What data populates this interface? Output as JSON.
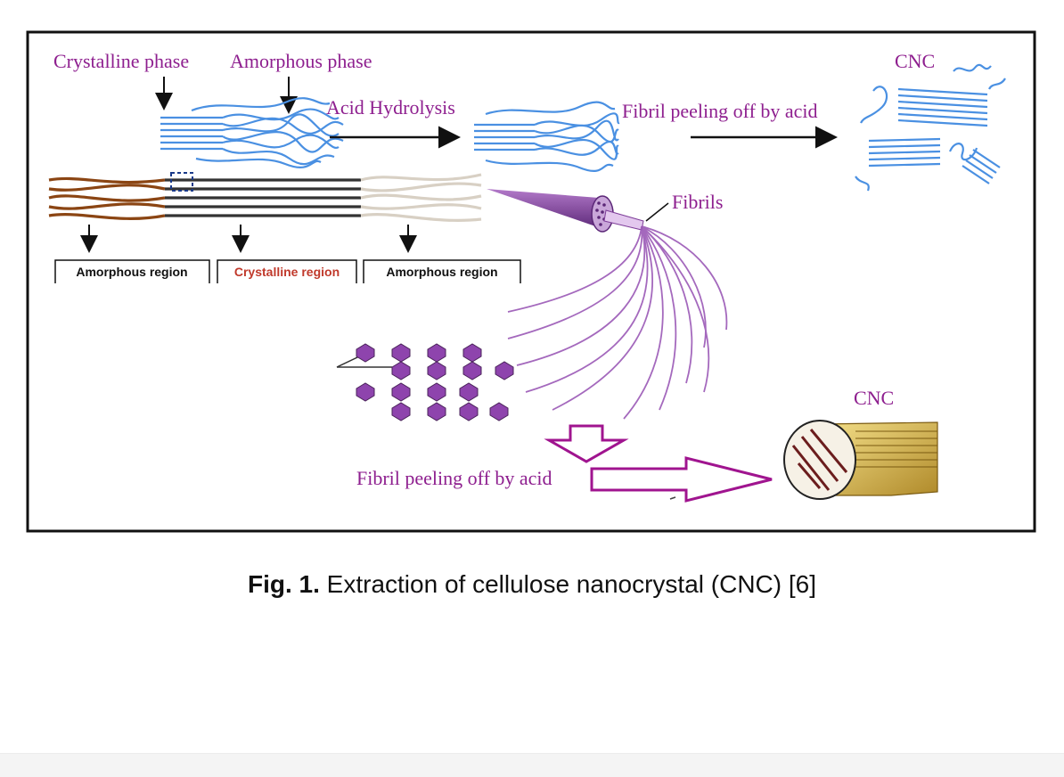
{
  "labels": {
    "crystalline_phase": "Crystalline phase",
    "amorphous_phase": "Amorphous phase",
    "acid_hydrolysis": "Acid Hydrolysis",
    "fibril_peeling_top": "Fibril peeling off by acid",
    "cnc_top": "CNC",
    "fibrils": "Fibrils",
    "fibril_peeling_bottom": "Fibril peeling off by acid",
    "cnc_bottom": "CNC"
  },
  "regions": [
    {
      "label": "Amorphous region",
      "color": "#111111"
    },
    {
      "label": "Crystalline region",
      "color": "#c0392b"
    },
    {
      "label": "Amorphous region",
      "color": "#111111"
    }
  ],
  "caption": {
    "prefix": "Fig. 1.",
    "text": " Extraction of cellulose nanocrystal (CNC) [6]"
  },
  "colors": {
    "label_purple": "#8e1f8f",
    "fiber_blue": "#4a90e2",
    "fiber_brown": "#8b4513",
    "fiber_beige": "#d8d0c4",
    "fibril_purple": "#9b59b6",
    "arrow_magenta": "#a0148f"
  }
}
